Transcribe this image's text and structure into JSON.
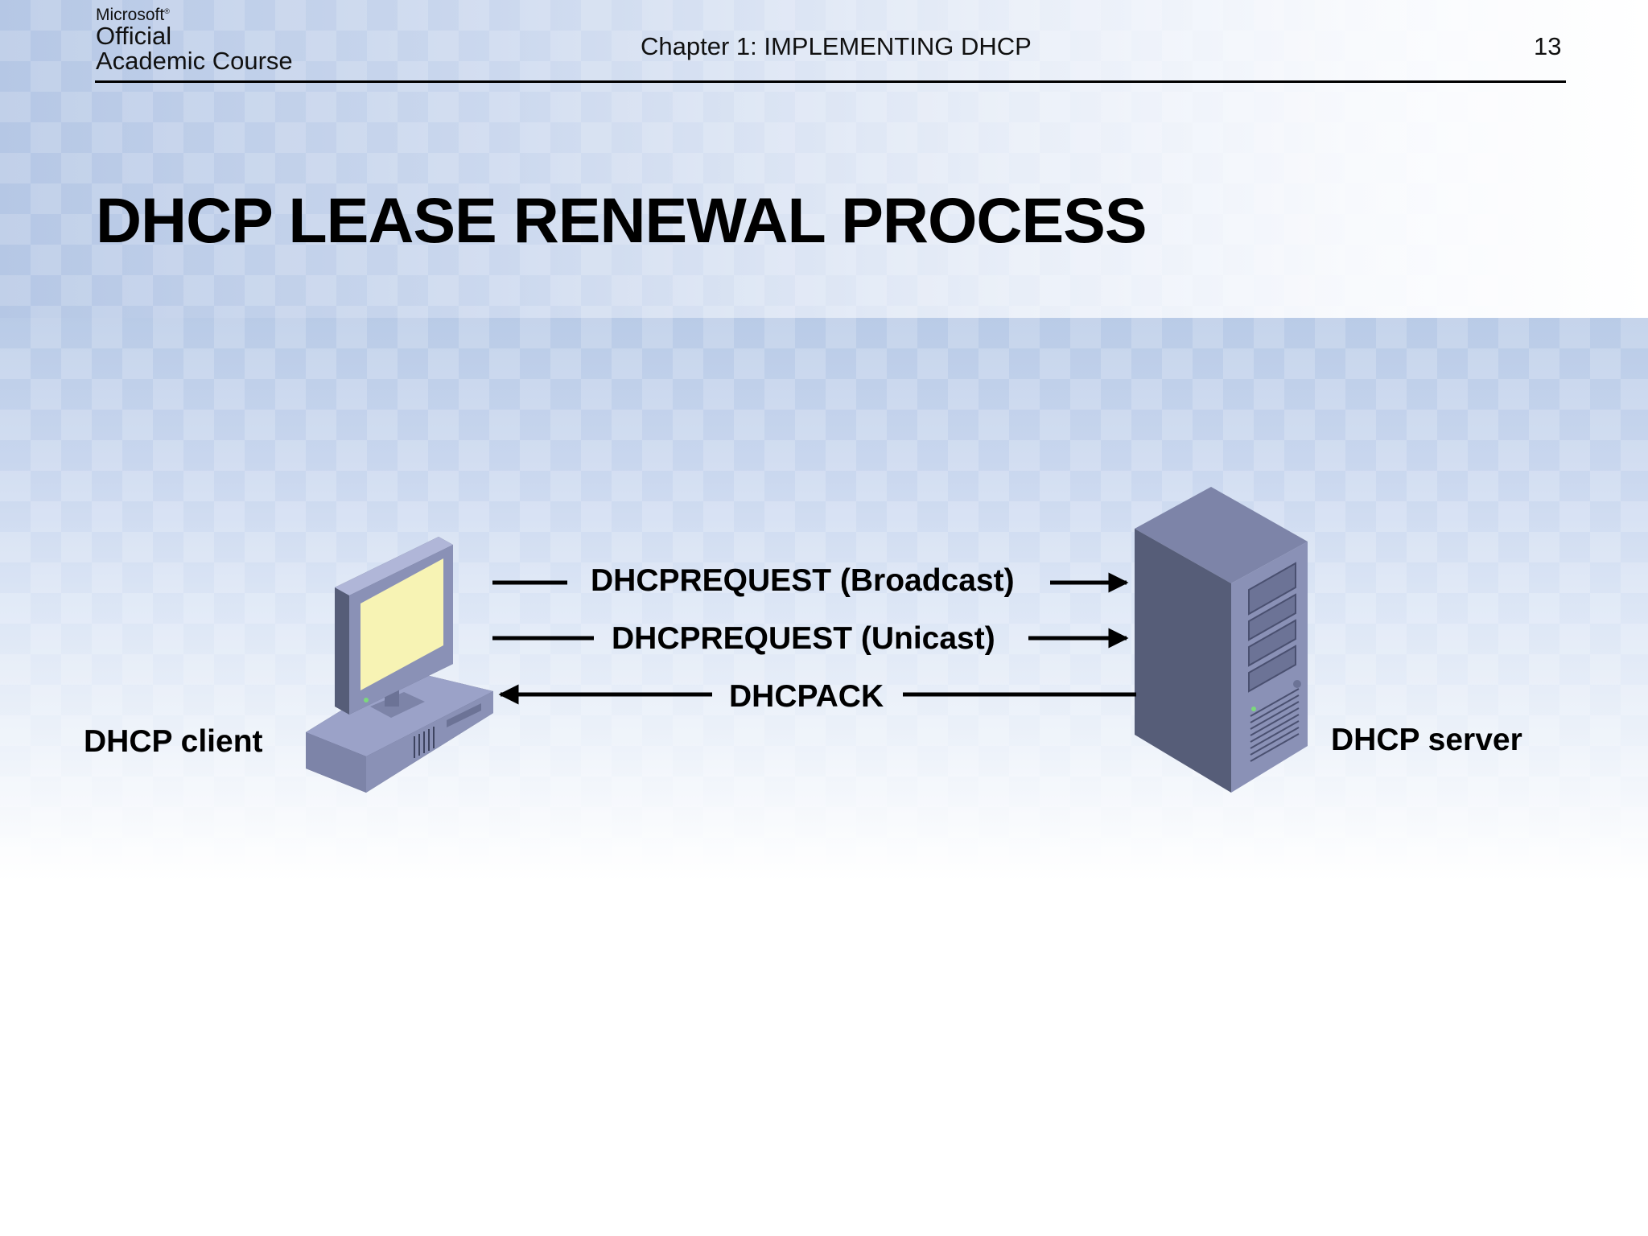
{
  "header": {
    "logo": {
      "brand": "Microsoft",
      "line1": "Official",
      "line2": "Academic Course"
    },
    "chapter": "Chapter 1: IMPLEMENTING DHCP",
    "page_number": "13"
  },
  "title": "DHCP LEASE RENEWAL PROCESS",
  "diagram": {
    "client_label": "DHCP client",
    "server_label": "DHCP server",
    "messages": [
      {
        "label": "DHCPREQUEST (Broadcast)",
        "direction": "client-to-server"
      },
      {
        "label": "DHCPREQUEST (Unicast)",
        "direction": "client-to-server"
      },
      {
        "label": "DHCPACK",
        "direction": "server-to-client"
      }
    ]
  },
  "colors": {
    "device_light": "#9ba2c8",
    "device_mid": "#7d84a8",
    "device_dark": "#565d78",
    "screen": "#f7f3b4",
    "line": "#000000"
  }
}
